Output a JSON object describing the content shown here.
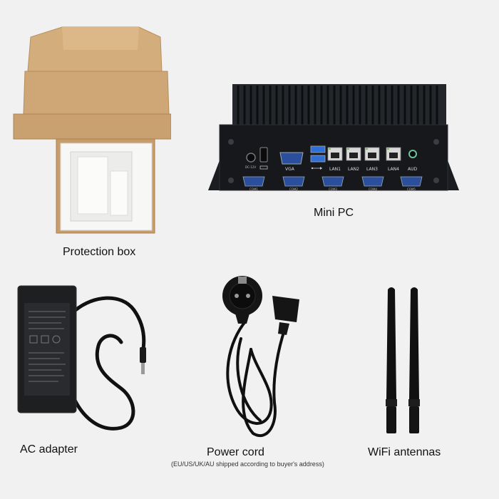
{
  "items": {
    "protection_box": {
      "caption": "Protection box"
    },
    "mini_pc": {
      "caption": "Mini PC",
      "port_labels": {
        "dc": "DC-12V",
        "vga": "VGA",
        "lan1": "LAN1",
        "lan2": "LAN2",
        "lan3": "LAN3",
        "lan4": "LAN4",
        "aud": "AUD",
        "com1": "COM1",
        "com2": "COM2",
        "com3": "COM3",
        "com4": "COM4",
        "com5": "COM5"
      }
    },
    "ac_adapter": {
      "caption": "AC adapter"
    },
    "power_cord": {
      "caption": "Power cord",
      "note": "(EU/US/UK/AU shipped according to buyer's address)"
    },
    "wifi_antennas": {
      "caption": "WiFi antennas"
    }
  },
  "colors": {
    "background": "#f1f1f1",
    "cardboard": "#cfa878",
    "foam": "#f6f6f4",
    "device": "#1a1c1f"
  },
  "icons": [
    "hdmi-icon",
    "usb-icon"
  ]
}
